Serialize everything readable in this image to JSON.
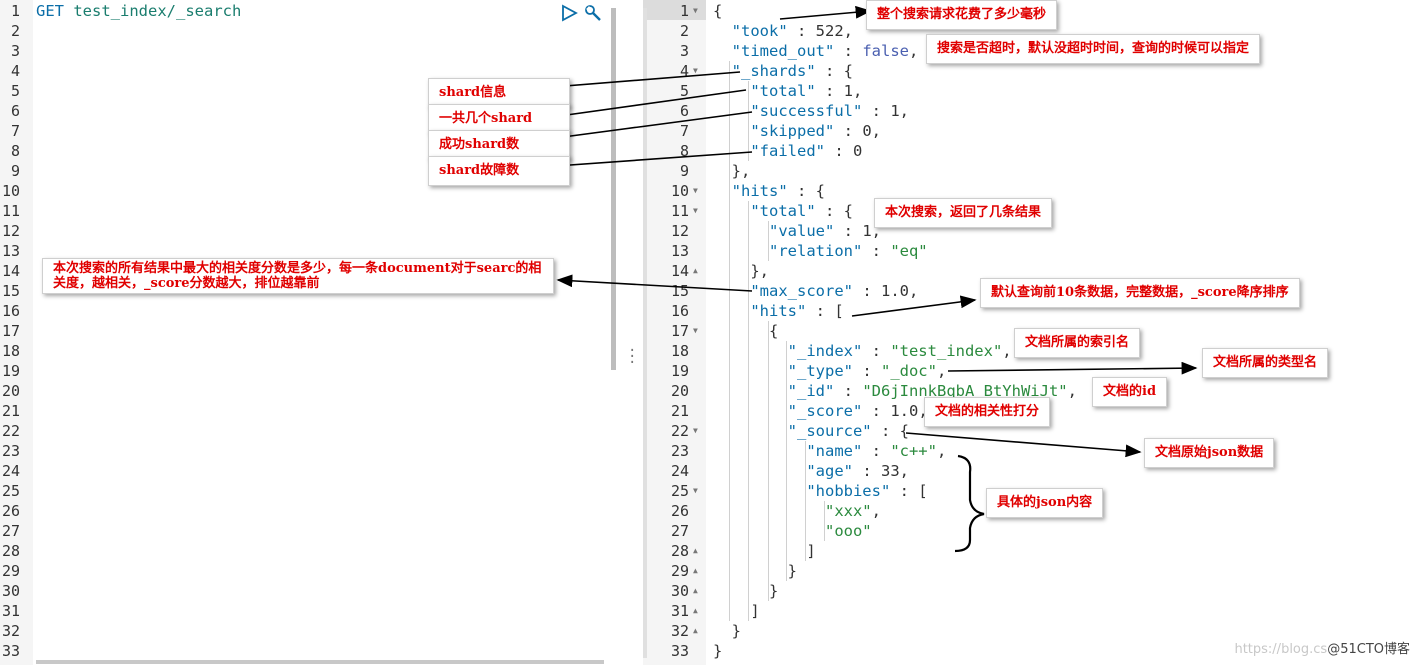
{
  "request": {
    "method": "GET",
    "path": "test_index/_search",
    "run_icon": "play-icon",
    "tools_icon": "wrench-icon"
  },
  "left_line_numbers": [
    "1",
    "2",
    "3",
    "4",
    "5",
    "6",
    "7",
    "8",
    "9",
    "10",
    "11",
    "12",
    "13",
    "14",
    "15",
    "16",
    "17",
    "18",
    "19",
    "20",
    "21",
    "22",
    "23",
    "24",
    "25",
    "26",
    "27",
    "28",
    "29",
    "30",
    "31",
    "32",
    "33"
  ],
  "response_lines": [
    [
      [
        "p",
        "{"
      ]
    ],
    [
      [
        "k",
        "  \"took\""
      ],
      [
        "p",
        " : "
      ],
      [
        "n",
        "522"
      ],
      [
        "p",
        ","
      ]
    ],
    [
      [
        "k",
        "  \"timed_out\""
      ],
      [
        "p",
        " : "
      ],
      [
        "b",
        "false"
      ],
      [
        "p",
        ","
      ]
    ],
    [
      [
        "k",
        "  \"_shards\""
      ],
      [
        "p",
        " : {"
      ]
    ],
    [
      [
        "k",
        "    \"total\""
      ],
      [
        "p",
        " : "
      ],
      [
        "n",
        "1"
      ],
      [
        "p",
        ","
      ]
    ],
    [
      [
        "k",
        "    \"successful\""
      ],
      [
        "p",
        " : "
      ],
      [
        "n",
        "1"
      ],
      [
        "p",
        ","
      ]
    ],
    [
      [
        "k",
        "    \"skipped\""
      ],
      [
        "p",
        " : "
      ],
      [
        "n",
        "0"
      ],
      [
        "p",
        ","
      ]
    ],
    [
      [
        "k",
        "    \"failed\""
      ],
      [
        "p",
        " : "
      ],
      [
        "n",
        "0"
      ]
    ],
    [
      [
        "p",
        "  },"
      ]
    ],
    [
      [
        "k",
        "  \"hits\""
      ],
      [
        "p",
        " : {"
      ]
    ],
    [
      [
        "k",
        "    \"total\""
      ],
      [
        "p",
        " : {"
      ]
    ],
    [
      [
        "k",
        "      \"value\""
      ],
      [
        "p",
        " : "
      ],
      [
        "n",
        "1"
      ],
      [
        "p",
        ","
      ]
    ],
    [
      [
        "k",
        "      \"relation\""
      ],
      [
        "p",
        " : "
      ],
      [
        "s",
        "\"eq\""
      ]
    ],
    [
      [
        "p",
        "    },"
      ]
    ],
    [
      [
        "k",
        "    \"max_score\""
      ],
      [
        "p",
        " : "
      ],
      [
        "n",
        "1.0"
      ],
      [
        "p",
        ","
      ]
    ],
    [
      [
        "k",
        "    \"hits\""
      ],
      [
        "p",
        " : ["
      ]
    ],
    [
      [
        "p",
        "      {"
      ]
    ],
    [
      [
        "k",
        "        \"_index\""
      ],
      [
        "p",
        " : "
      ],
      [
        "s",
        "\"test_index\""
      ],
      [
        "p",
        ","
      ]
    ],
    [
      [
        "k",
        "        \"_type\""
      ],
      [
        "p",
        " : "
      ],
      [
        "s",
        "\"_doc\""
      ],
      [
        "p",
        ","
      ]
    ],
    [
      [
        "k",
        "        \"_id\""
      ],
      [
        "p",
        " : "
      ],
      [
        "s",
        "\"D6jInnkBqbA_BtYhWiJt\""
      ],
      [
        "p",
        ","
      ]
    ],
    [
      [
        "k",
        "        \"_score\""
      ],
      [
        "p",
        " : "
      ],
      [
        "n",
        "1.0"
      ],
      [
        "p",
        ","
      ]
    ],
    [
      [
        "k",
        "        \"_source\""
      ],
      [
        "p",
        " : {"
      ]
    ],
    [
      [
        "k",
        "          \"name\""
      ],
      [
        "p",
        " : "
      ],
      [
        "s",
        "\"c++\""
      ],
      [
        "p",
        ","
      ]
    ],
    [
      [
        "k",
        "          \"age\""
      ],
      [
        "p",
        " : "
      ],
      [
        "n",
        "33"
      ],
      [
        "p",
        ","
      ]
    ],
    [
      [
        "k",
        "          \"hobbies\""
      ],
      [
        "p",
        " : ["
      ]
    ],
    [
      [
        "s",
        "            \"xxx\""
      ],
      [
        "p",
        ","
      ]
    ],
    [
      [
        "s",
        "            \"ooo\""
      ]
    ],
    [
      [
        "p",
        "          ]"
      ]
    ],
    [
      [
        "p",
        "        }"
      ]
    ],
    [
      [
        "p",
        "      }"
      ]
    ],
    [
      [
        "p",
        "    ]"
      ]
    ],
    [
      [
        "p",
        "  }"
      ]
    ],
    [
      [
        "p",
        "}"
      ]
    ]
  ],
  "callouts": [
    {
      "id": "took",
      "text": "整个搜索请求花费了多少毫秒"
    },
    {
      "id": "timeout",
      "text": "搜索是否超时，默认没超时时间，查询的时候可以指定"
    },
    {
      "id": "shard-info",
      "text": "shard信息"
    },
    {
      "id": "shard-total",
      "text": "一共几个shard"
    },
    {
      "id": "shard-success",
      "text": "成功shard数"
    },
    {
      "id": "shard-failed",
      "text": "shard故障数"
    },
    {
      "id": "hits-total",
      "text": "本次搜索，返回了几条结果"
    },
    {
      "id": "max-score",
      "text": "本次搜索的所有结果中最大的相关度分数是多少，每一条document对于searc的相关度，越相关，_score分数越大，排位越靠前"
    },
    {
      "id": "hits-array",
      "text": "默认查询前10条数据，完整数据，_score降序排序"
    },
    {
      "id": "index",
      "text": "文档所属的索引名"
    },
    {
      "id": "type",
      "text": "文档所属的类型名"
    },
    {
      "id": "doc-id",
      "text": "文档的id"
    },
    {
      "id": "score",
      "text": "文档的相关性打分"
    },
    {
      "id": "source",
      "text": "文档原始json数据"
    },
    {
      "id": "json-content",
      "text": "具体的json内容"
    }
  ],
  "watermark": {
    "faint": "https://blog.cs",
    "brand": "@51CTO博客"
  },
  "colors": {
    "key": "#0b6ea8",
    "string": "#2b8a3e",
    "callout_text": "#e00000"
  }
}
